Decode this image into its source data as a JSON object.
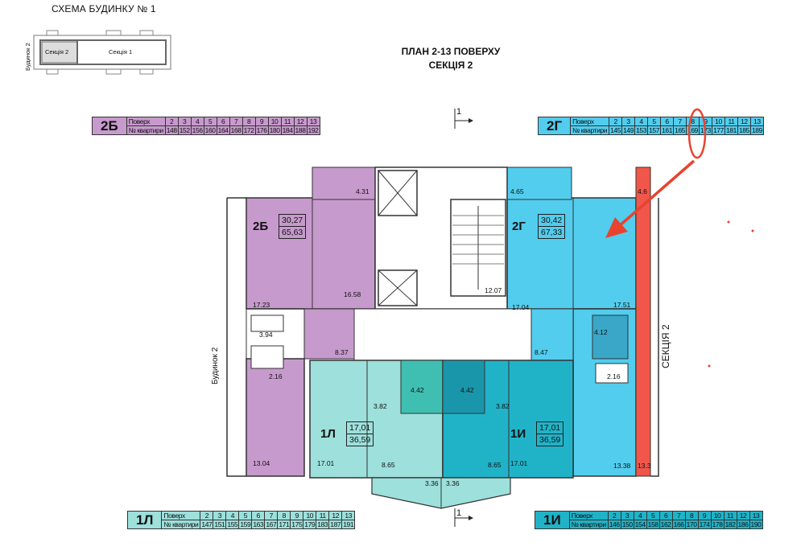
{
  "header": {
    "scheme_title": "СХЕМА БУДИНКУ № 1",
    "plan_title_line1": "ПЛАН 2-13 ПОВЕРХУ",
    "plan_title_line2": "СЕКЦІЯ 2"
  },
  "scheme": {
    "section2": "Секція 2",
    "section1": "Секція 1",
    "side_label": "Будинок 2"
  },
  "cut_marker": "1",
  "side_labels": {
    "left": "Будинок 2",
    "right": "СЕКЦІЯ 2"
  },
  "floor_tables": [
    {
      "id": "2b",
      "code": "2Б",
      "row1_label": "Поверх",
      "row2_label": "№ квартири",
      "floors": [
        "2",
        "3",
        "4",
        "5",
        "6",
        "7",
        "8",
        "9",
        "10",
        "11",
        "12",
        "13"
      ],
      "apartments": [
        "148",
        "152",
        "156",
        "160",
        "164",
        "168",
        "172",
        "176",
        "180",
        "184",
        "188",
        "192"
      ],
      "color": "#c79acd"
    },
    {
      "id": "2g",
      "code": "2Г",
      "row1_label": "Поверх",
      "row2_label": "№ квартири",
      "floors": [
        "2",
        "3",
        "4",
        "5",
        "6",
        "7",
        "8",
        "9",
        "10",
        "11",
        "12",
        "13"
      ],
      "apartments": [
        "145",
        "149",
        "153",
        "157",
        "161",
        "165",
        "169",
        "173",
        "177",
        "181",
        "185",
        "189"
      ],
      "color": "#52cdee",
      "highlighted_floor": "9"
    },
    {
      "id": "1l",
      "code": "1Л",
      "row1_label": "Поверх",
      "row2_label": "№ квартири",
      "floors": [
        "2",
        "3",
        "4",
        "5",
        "6",
        "7",
        "8",
        "9",
        "10",
        "11",
        "12",
        "13"
      ],
      "apartments": [
        "147",
        "151",
        "155",
        "159",
        "163",
        "167",
        "171",
        "175",
        "179",
        "183",
        "187",
        "191"
      ],
      "color": "#9de0dc"
    },
    {
      "id": "1i",
      "code": "1И",
      "row1_label": "Поверх",
      "row2_label": "№ квартири",
      "floors": [
        "2",
        "3",
        "4",
        "5",
        "6",
        "7",
        "8",
        "9",
        "10",
        "11",
        "12",
        "13"
      ],
      "apartments": [
        "146",
        "150",
        "154",
        "158",
        "162",
        "166",
        "170",
        "174",
        "178",
        "182",
        "186",
        "190"
      ],
      "color": "#20b3c8"
    }
  ],
  "apartments": [
    {
      "code": "2Б",
      "living": "30,27",
      "total": "65,63"
    },
    {
      "code": "2Г",
      "living": "30,42",
      "total": "67,33"
    },
    {
      "code": "1Л",
      "living": "17,01",
      "total": "36,59"
    },
    {
      "code": "1И",
      "living": "17,01",
      "total": "36,59"
    }
  ],
  "rooms": {
    "r_4_31": "4.31",
    "r_4_65": "4.65",
    "r_4_6": "4.6",
    "r_16_58": "16.58",
    "r_12_07": "12.07",
    "r_17_23": "17.23",
    "r_17_04": "17.04",
    "r_17_51": "17.51",
    "r_3_94": "3.94",
    "r_2_16_l": "2.16",
    "r_8_37": "8.37",
    "r_4_12": "4.12",
    "r_2_16_r": "2.16",
    "r_8_47": "8.47",
    "r_4_42_l": "4.42",
    "r_4_42_r": "4.42",
    "r_3_82_l": "3.82",
    "r_3_82_r": "3.82",
    "r_13_04": "13.04",
    "r_17_01_l": "17.01",
    "r_8_65_l": "8.65",
    "r_8_65_r": "8.65",
    "r_17_01_r": "17.01",
    "r_13_38": "13.38",
    "r_13_3": "13.3",
    "r_3_36_l": "3.36",
    "r_3_36_r": "3.36"
  },
  "colors": {
    "apt_2b": "#c79acd",
    "apt_2g": "#52cdee",
    "apt_1l": "#9de0dc",
    "apt_1i": "#20b3c8",
    "neighbor": "#f0574a",
    "annotation": "#e8432f"
  }
}
